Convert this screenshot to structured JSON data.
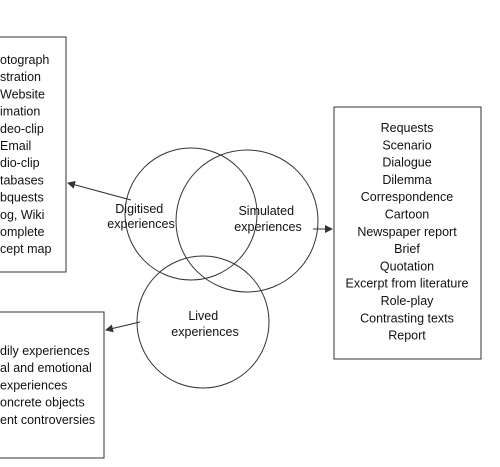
{
  "colors": {
    "stroke": "#333333",
    "text": "#111111",
    "background": "#ffffff"
  },
  "circles": {
    "digitised": [
      "Digitised",
      "experiences"
    ],
    "simulated": [
      "Simulated",
      "experiences"
    ],
    "lived": [
      "Lived",
      "experiences"
    ]
  },
  "boxes": {
    "left_top": [
      "otograph",
      "stration",
      "Website",
      "imation",
      "deo-clip",
      "Email",
      "dio-clip",
      "tabases",
      "bquests",
      "og, Wiki",
      "omplete",
      "cept map"
    ],
    "right": [
      "Requests",
      "Scenario",
      "Dialogue",
      "Dilemma",
      "Correspondence",
      "Cartoon",
      "Newspaper report",
      "Brief",
      "Quotation",
      "Excerpt from literature",
      "Role-play",
      "Contrasting texts",
      "Report"
    ],
    "left_bottom": [
      "dily experiences",
      "al and emotional",
      "experiences",
      "oncrete objects",
      "ent controversies"
    ]
  }
}
